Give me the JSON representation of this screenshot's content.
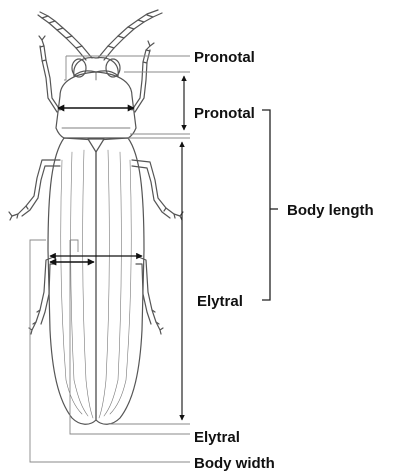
{
  "labels": {
    "pronotal_top": "Pronotal",
    "pronotal_mid": "Pronotal",
    "body_length": "Body length",
    "elytral_mid": "Elytral",
    "elytral_bottom": "Elytral",
    "body_width": "Body width"
  },
  "colors": {
    "outline": "#555555",
    "guide": "#888888",
    "arrow": "#111111",
    "bracket": "#222222",
    "label": "#111111"
  }
}
